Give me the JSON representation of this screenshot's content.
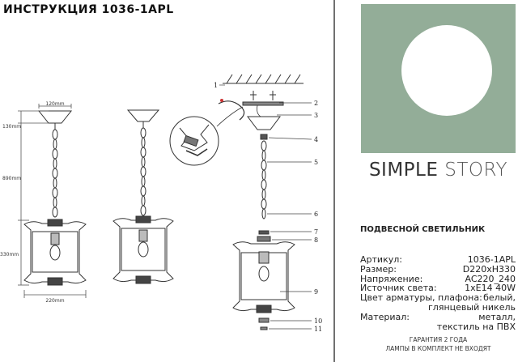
{
  "header": {
    "title": "ИНСТРУКЦИЯ 1036-1APL"
  },
  "dimensions": {
    "canopy_width": "120mm",
    "canopy_height": "130mm",
    "chain_length": "890mm",
    "shade_height": "330mm",
    "shade_width": "220mm"
  },
  "callouts": [
    "1",
    "2",
    "3",
    "4",
    "5",
    "6",
    "7",
    "8",
    "9",
    "10",
    "11"
  ],
  "brand": {
    "word1": "SIMPLE",
    "word2": "STORY",
    "logo_color": "#93ad98"
  },
  "product": {
    "type": "ПОДВЕСНОЙ СВЕТИЛЬНИК",
    "specs": [
      {
        "label": "Артикул:",
        "value": "1036-1APL"
      },
      {
        "label": "Размер:",
        "value": "D220xH330"
      },
      {
        "label": "Напряжение:",
        "value": "AC220_240"
      },
      {
        "label": "Источник света:",
        "value": "1xE14 40W"
      },
      {
        "label": "Цвет арматуры, плафона:",
        "value": "белый,"
      },
      {
        "label": "",
        "value": "глянцевый никель"
      },
      {
        "label": "Материал:",
        "value": "металл,"
      },
      {
        "label": "",
        "value": "текстиль на ПВХ"
      }
    ]
  },
  "footer": {
    "line1": "ГАРАНТИЯ 2 ГОДА",
    "line2": "ЛАМПЫ В КОМПЛЕКТ НЕ ВХОДЯТ"
  }
}
